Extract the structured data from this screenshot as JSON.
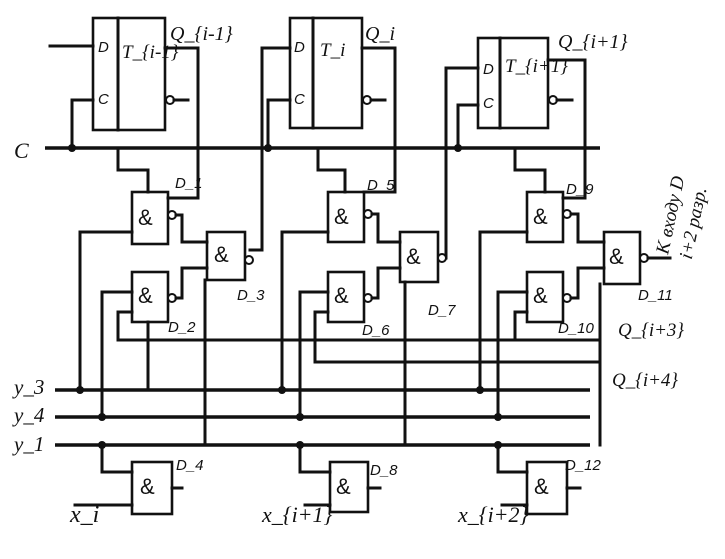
{
  "flipflops": [
    {
      "name": "T_{i-1}",
      "d": "D",
      "c": "C",
      "out": "Q_{i-1}"
    },
    {
      "name": "T_i",
      "d": "D",
      "c": "C",
      "out": "Q_i"
    },
    {
      "name": "T_{i+1}",
      "d": "D",
      "c": "C",
      "out": "Q_{i+1}"
    }
  ],
  "gate_symbol": "&",
  "gates": [
    "D_1",
    "D_2",
    "D_3",
    "D_4",
    "D_5",
    "D_6",
    "D_7",
    "D_8",
    "D_9",
    "D_10",
    "D_11",
    "D_12"
  ],
  "clock_label": "C",
  "buses": [
    "y_3",
    "y_4",
    "y_1"
  ],
  "inputs": [
    "x_i",
    "x_{i+1}",
    "x_{i+2}"
  ],
  "extra_outputs": [
    "Q_{i+3}",
    "Q_{i+4}"
  ],
  "output_note": [
    "К входу D",
    "i+2 разр."
  ]
}
